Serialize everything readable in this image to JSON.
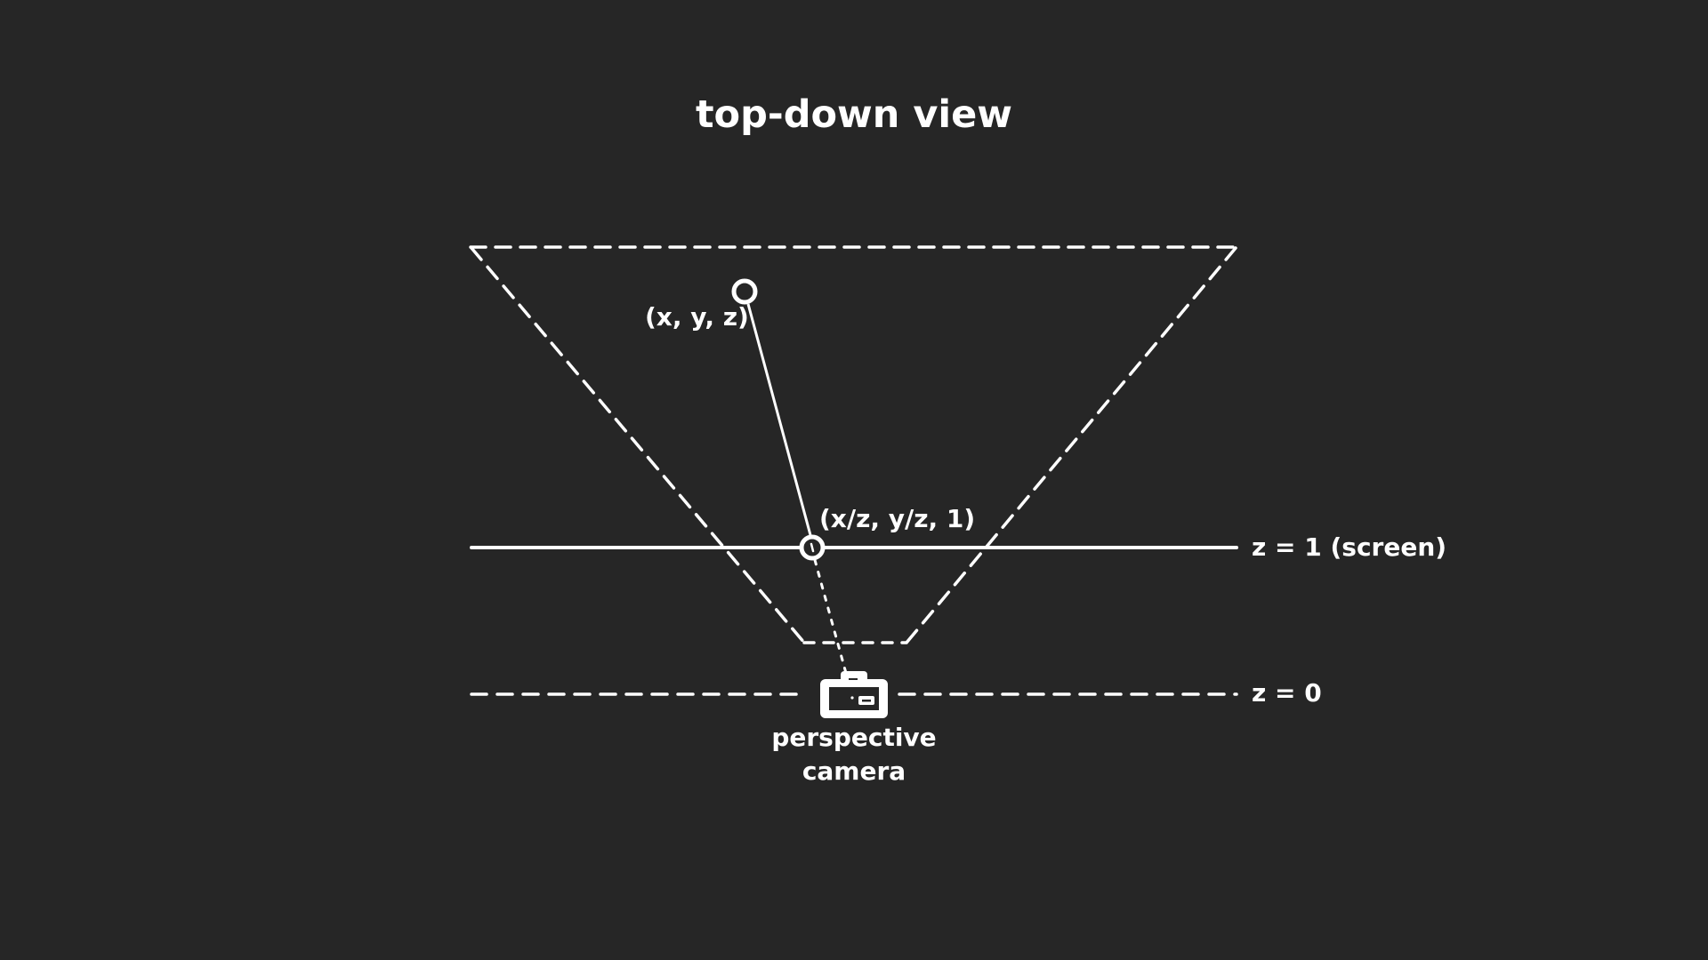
{
  "title": "top-down view",
  "labels": {
    "world_point": "(x, y, z)",
    "projected_point": "(x/z, y/z, 1)",
    "screen_plane": "z = 1 (screen)",
    "camera_plane": "z = 0",
    "camera_line1": "perspective",
    "camera_line2": "camera"
  },
  "icons": {
    "camera": "camera-icon",
    "world_point_marker": "circle-marker",
    "projected_point_marker": "circle-marker"
  },
  "colors": {
    "background": "#262626",
    "foreground": "#ffffff"
  }
}
